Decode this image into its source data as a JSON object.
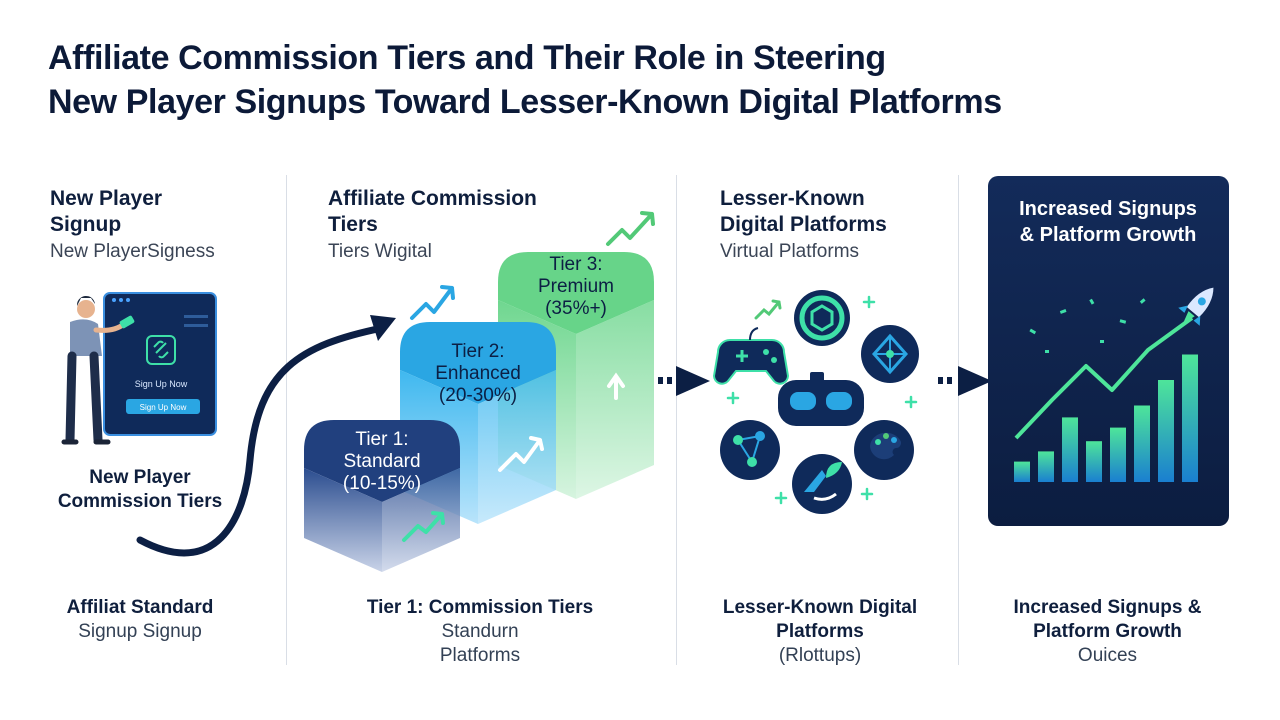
{
  "title": {
    "line1": "Affiliate Commission Tiers and Their Role in Steering",
    "line2": "New Player Signups Toward Lesser-Known Digital Platforms"
  },
  "col1": {
    "header": [
      "New Player",
      "Signup"
    ],
    "subheader": "New PlayerSigness",
    "screen_text": "Sign Up Now",
    "button_text": "Sign Up Now",
    "mid_label": [
      "New Player",
      "Commission Tiers"
    ],
    "caption_bold": "Affiliat Standard",
    "caption_lines": [
      "Signup Signup"
    ]
  },
  "col2": {
    "header": [
      "Affiliate Commission",
      "Tiers"
    ],
    "subheader": "Tiers Wigital",
    "tiers": [
      {
        "lines": [
          "Tier 1:",
          "Standard",
          "(10-15%)"
        ],
        "color": "#21407e"
      },
      {
        "lines": [
          "Tier 2:",
          "Enhanced",
          "(20-30%)"
        ],
        "color": "#2aa6e3"
      },
      {
        "lines": [
          "Tier 3:",
          "Premium",
          "(35%+)"
        ],
        "color": "#52c977"
      }
    ],
    "caption_bold": "Tier 1: Commission Tiers",
    "caption_lines": [
      "Standurn",
      "Platforms"
    ]
  },
  "col3": {
    "header": [
      "Lesser-Known",
      "Digital Platforms"
    ],
    "subheader": "Virtual Platforms",
    "icons": [
      "gamepad-icon",
      "vr-headset-icon",
      "crypto-coin-icon",
      "network-node-icon",
      "molecule-icon",
      "palette-icon",
      "leaf-logo-icon"
    ],
    "caption_bold": "Lesser-Known Digital Platforms",
    "caption_lines": [
      "(Rlottups)"
    ]
  },
  "col4": {
    "card_title": [
      "Increased Signups",
      "& Platform Growth"
    ],
    "bars": [
      0.12,
      0.18,
      0.38,
      0.24,
      0.32,
      0.45,
      0.6,
      0.75
    ],
    "caption_bold": "Increased Signups & Platform Growth",
    "caption_lines": [
      "Ouices"
    ]
  },
  "colors": {
    "navy": "#0c1f44",
    "blue": "#2aa6e3",
    "green": "#52c977",
    "card": "#11264f"
  }
}
